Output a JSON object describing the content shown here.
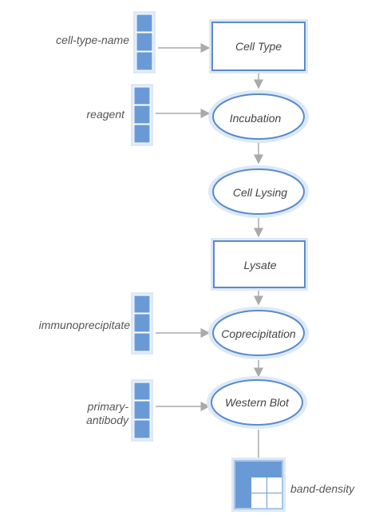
{
  "diagram": {
    "colors": {
      "accent": "#6a9ad6",
      "accent_light": "#dce9f7",
      "stroke": "#5a8acb",
      "arrow": "#aaaaaa",
      "text": "#444444"
    },
    "nodes": {
      "cell_type": "Cell Type",
      "incubation": "Incubation",
      "cell_lysing": "Cell Lysing",
      "lysate": "Lysate",
      "coprecipitation": "Coprecipitation",
      "western_blot": "Western Blot"
    },
    "inputs": {
      "cell_type_name": "cell-type-name",
      "reagent": "reagent",
      "immunoprecipitate": "immunoprecipitate",
      "primary_antibody_1": "primary-",
      "primary_antibody_2": "antibody"
    },
    "output": {
      "band_density": "band-density"
    },
    "icons": {
      "vector": "vector-icon",
      "matrix": "matrix-icon"
    }
  }
}
